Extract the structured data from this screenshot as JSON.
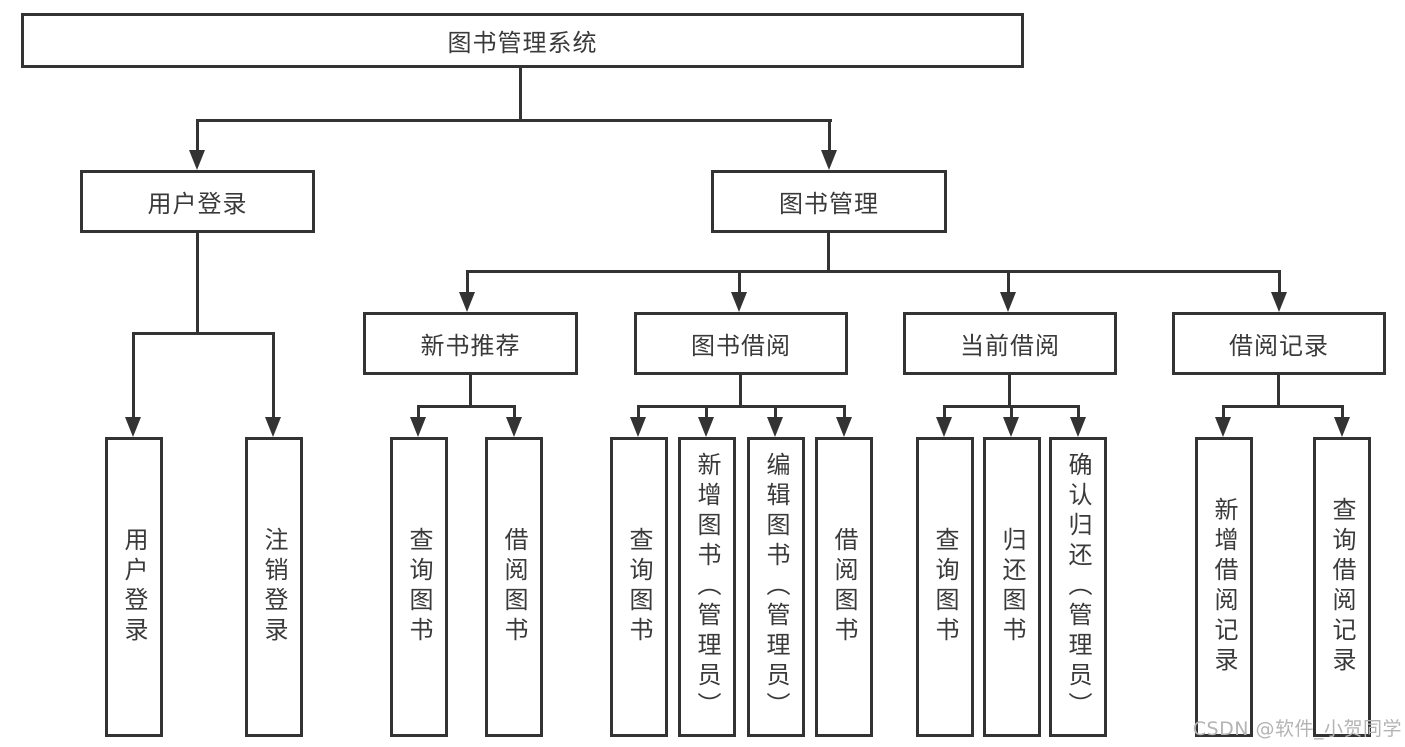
{
  "diagram": {
    "nodes": {
      "root": "图书管理系统",
      "user_login": "用户登录",
      "book_mgmt": "图书管理",
      "new_book": "新书推荐",
      "book_borrow": "图书借阅",
      "current_borrow": "当前借阅",
      "borrow_record": "借阅记录",
      "leaf_user_login": "用户登录",
      "leaf_logout": "注销登录",
      "leaf_nb_query": "查询图书",
      "leaf_nb_borrow": "借阅图书",
      "leaf_bb_query": "查询图书",
      "leaf_bb_add": "新增图书（管理员）",
      "leaf_bb_edit": "编辑图书（管理员）",
      "leaf_bb_borrow": "借阅图书",
      "leaf_cb_query": "查询图书",
      "leaf_cb_return": "归还图书",
      "leaf_cb_confirm": "确认归还（管理员）",
      "leaf_br_add": "新增借阅记录",
      "leaf_br_query": "查询借阅记录"
    },
    "hierarchy": {
      "图书管理系统": {
        "用户登录": [
          "用户登录",
          "注销登录"
        ],
        "图书管理": {
          "新书推荐": [
            "查询图书",
            "借阅图书"
          ],
          "图书借阅": [
            "查询图书",
            "新增图书（管理员）",
            "编辑图书（管理员）",
            "借阅图书"
          ],
          "当前借阅": [
            "查询图书",
            "归还图书",
            "确认归还（管理员）"
          ],
          "借阅记录": [
            "新增借阅记录",
            "查询借阅记录"
          ]
        }
      }
    },
    "watermark": "CSDN @软件_小贺同学",
    "colors": {
      "line": "#333333",
      "box_border": "#333333",
      "box_fill": "#ffffff",
      "text": "#3a3a3a",
      "watermark": "#b4b4b4"
    }
  }
}
